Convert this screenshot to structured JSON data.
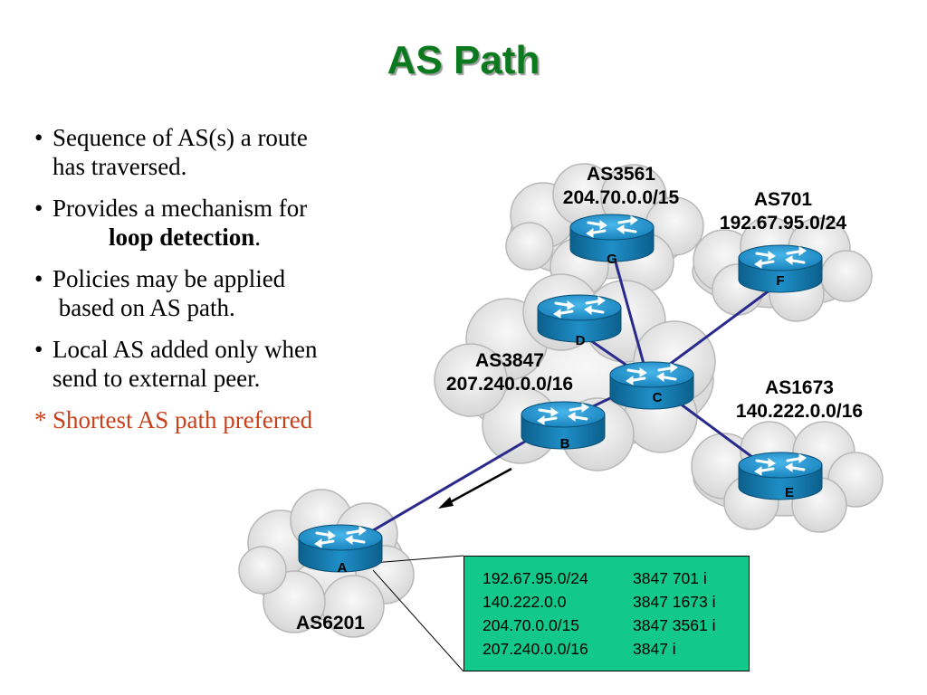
{
  "title": "AS Path",
  "bullets": [
    {
      "marker": "•",
      "lines": [
        "Sequence of AS(s) a route",
        "has traversed."
      ]
    },
    {
      "marker": "•",
      "lines": [
        "Provides a mechanism for"
      ],
      "bold_line": "loop detection",
      "bold_suffix": "."
    },
    {
      "marker": "•",
      "lines": [
        "Policies may be applied",
        " based on AS path."
      ]
    },
    {
      "marker": "•",
      "lines": [
        "Local AS added only when",
        "send to external peer."
      ]
    },
    {
      "marker": "*",
      "lines": [
        "Shortest AS path preferred"
      ]
    }
  ],
  "colors": {
    "title": "#0b7a1e",
    "highlight": "#c8401a",
    "table_bg": "#12c98b",
    "link": "#2a2a8c"
  },
  "as_labels": [
    {
      "as": "AS3561",
      "prefix": "204.70.0.0/15"
    },
    {
      "as": "AS701",
      "prefix": "192.67.95.0/24"
    },
    {
      "as": "AS3847",
      "prefix": "207.240.0.0/16"
    },
    {
      "as": "AS1673",
      "prefix": "140.222.0.0/16"
    },
    {
      "as": "AS6201",
      "prefix": ""
    }
  ],
  "routers": [
    "G",
    "F",
    "D",
    "C",
    "B",
    "E",
    "A"
  ],
  "route_table": [
    {
      "network": "192.67.95.0/24",
      "path": "3847 701 i"
    },
    {
      "network": "140.222.0.0",
      "path": "3847 1673 i"
    },
    {
      "network": "204.70.0.0/15",
      "path": "3847 3561 i"
    },
    {
      "network": "207.240.0.0/16",
      "path": "3847 i"
    }
  ]
}
